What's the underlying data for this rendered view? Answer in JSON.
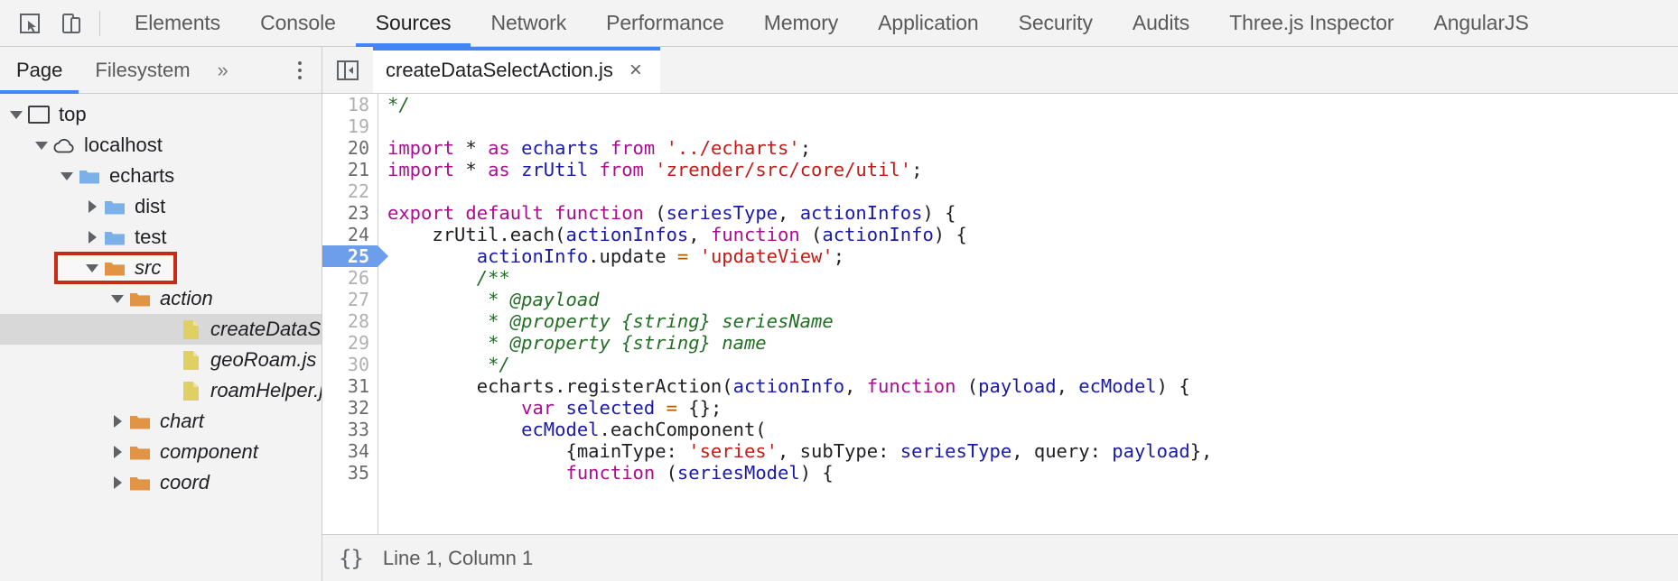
{
  "toolbar": {
    "inspect_icon": "inspect-cursor-icon",
    "device_icon": "device-toolbar-icon",
    "tabs": [
      {
        "label": "Elements",
        "active": false
      },
      {
        "label": "Console",
        "active": false
      },
      {
        "label": "Sources",
        "active": true
      },
      {
        "label": "Network",
        "active": false
      },
      {
        "label": "Performance",
        "active": false
      },
      {
        "label": "Memory",
        "active": false
      },
      {
        "label": "Application",
        "active": false
      },
      {
        "label": "Security",
        "active": false
      },
      {
        "label": "Audits",
        "active": false
      },
      {
        "label": "Three.js Inspector",
        "active": false
      },
      {
        "label": "AngularJS",
        "active": false
      }
    ]
  },
  "navigator": {
    "tabs": [
      {
        "label": "Page",
        "active": true
      },
      {
        "label": "Filesystem",
        "active": false
      }
    ],
    "more_label": "»",
    "menu_icon": "more-options-icon",
    "tree": [
      {
        "label": "top",
        "indent": 0,
        "twisty": "down",
        "icon": "frame-icon",
        "italic": false,
        "selected": false,
        "highlight": false
      },
      {
        "label": "localhost",
        "indent": 1,
        "twisty": "down",
        "icon": "cloud-icon",
        "italic": false,
        "selected": false,
        "highlight": false
      },
      {
        "label": "echarts",
        "indent": 2,
        "twisty": "down",
        "icon": "folder-blue-icon",
        "italic": false,
        "selected": false,
        "highlight": false
      },
      {
        "label": "dist",
        "indent": 3,
        "twisty": "right",
        "icon": "folder-blue-icon",
        "italic": false,
        "selected": false,
        "highlight": false
      },
      {
        "label": "test",
        "indent": 3,
        "twisty": "right",
        "icon": "folder-blue-icon",
        "italic": false,
        "selected": false,
        "highlight": false
      },
      {
        "label": "src",
        "indent": 3,
        "twisty": "down",
        "icon": "folder-orange-icon",
        "italic": true,
        "selected": false,
        "highlight": true
      },
      {
        "label": "action",
        "indent": 4,
        "twisty": "down",
        "icon": "folder-orange-icon",
        "italic": true,
        "selected": false,
        "highlight": false
      },
      {
        "label": "createDataSelectAction.js",
        "indent": 6,
        "twisty": "none",
        "icon": "file-js-icon",
        "italic": true,
        "selected": true,
        "highlight": false
      },
      {
        "label": "geoRoam.js",
        "indent": 6,
        "twisty": "none",
        "icon": "file-js-icon",
        "italic": true,
        "selected": false,
        "highlight": false
      },
      {
        "label": "roamHelper.js",
        "indent": 6,
        "twisty": "none",
        "icon": "file-js-icon",
        "italic": true,
        "selected": false,
        "highlight": false
      },
      {
        "label": "chart",
        "indent": 4,
        "twisty": "right",
        "icon": "folder-orange-icon",
        "italic": true,
        "selected": false,
        "highlight": false
      },
      {
        "label": "component",
        "indent": 4,
        "twisty": "right",
        "icon": "folder-orange-icon",
        "italic": true,
        "selected": false,
        "highlight": false
      },
      {
        "label": "coord",
        "indent": 4,
        "twisty": "right",
        "icon": "folder-orange-icon",
        "italic": true,
        "selected": false,
        "highlight": false
      }
    ]
  },
  "editor": {
    "show_navigator_icon": "toggle-navigator-icon",
    "open_file": {
      "name": "createDataSelectAction.js",
      "close_label": "×"
    },
    "current_line": 25,
    "lines": [
      {
        "num": 18,
        "dim": true,
        "tokens": [
          {
            "t": "*/",
            "c": "cm"
          }
        ]
      },
      {
        "num": 19,
        "dim": true,
        "tokens": []
      },
      {
        "num": 20,
        "dim": false,
        "tokens": [
          {
            "t": "import",
            "c": "k"
          },
          {
            "t": " ",
            "c": "pl"
          },
          {
            "t": "*",
            "c": "pl"
          },
          {
            "t": " ",
            "c": "pl"
          },
          {
            "t": "as",
            "c": "k"
          },
          {
            "t": " ",
            "c": "pl"
          },
          {
            "t": "echarts",
            "c": "id"
          },
          {
            "t": " ",
            "c": "pl"
          },
          {
            "t": "from",
            "c": "k"
          },
          {
            "t": " ",
            "c": "pl"
          },
          {
            "t": "'../echarts'",
            "c": "st"
          },
          {
            "t": ";",
            "c": "pl"
          }
        ]
      },
      {
        "num": 21,
        "dim": false,
        "tokens": [
          {
            "t": "import",
            "c": "k"
          },
          {
            "t": " ",
            "c": "pl"
          },
          {
            "t": "*",
            "c": "pl"
          },
          {
            "t": " ",
            "c": "pl"
          },
          {
            "t": "as",
            "c": "k"
          },
          {
            "t": " ",
            "c": "pl"
          },
          {
            "t": "zrUtil",
            "c": "id"
          },
          {
            "t": " ",
            "c": "pl"
          },
          {
            "t": "from",
            "c": "k"
          },
          {
            "t": " ",
            "c": "pl"
          },
          {
            "t": "'zrender/src/core/util'",
            "c": "st"
          },
          {
            "t": ";",
            "c": "pl"
          }
        ]
      },
      {
        "num": 22,
        "dim": true,
        "tokens": []
      },
      {
        "num": 23,
        "dim": false,
        "tokens": [
          {
            "t": "export",
            "c": "k"
          },
          {
            "t": " ",
            "c": "pl"
          },
          {
            "t": "default",
            "c": "k"
          },
          {
            "t": " ",
            "c": "pl"
          },
          {
            "t": "function",
            "c": "k"
          },
          {
            "t": " (",
            "c": "pl"
          },
          {
            "t": "seriesType",
            "c": "id"
          },
          {
            "t": ", ",
            "c": "pl"
          },
          {
            "t": "actionInfos",
            "c": "id"
          },
          {
            "t": ") {",
            "c": "pl"
          }
        ]
      },
      {
        "num": 24,
        "dim": false,
        "tokens": [
          {
            "t": "    zrUtil.each(",
            "c": "pl"
          },
          {
            "t": "actionInfos",
            "c": "id"
          },
          {
            "t": ", ",
            "c": "pl"
          },
          {
            "t": "function",
            "c": "k"
          },
          {
            "t": " (",
            "c": "pl"
          },
          {
            "t": "actionInfo",
            "c": "id"
          },
          {
            "t": ") {",
            "c": "pl"
          }
        ]
      },
      {
        "num": 25,
        "dim": false,
        "current": true,
        "tokens": [
          {
            "t": "        ",
            "c": "pl"
          },
          {
            "t": "actionInfo",
            "c": "id"
          },
          {
            "t": ".update ",
            "c": "pl"
          },
          {
            "t": "=",
            "c": "op"
          },
          {
            "t": " ",
            "c": "pl"
          },
          {
            "t": "'updateView'",
            "c": "st"
          },
          {
            "t": ";",
            "c": "pl"
          }
        ]
      },
      {
        "num": 26,
        "dim": true,
        "tokens": [
          {
            "t": "        /**",
            "c": "cm"
          }
        ]
      },
      {
        "num": 27,
        "dim": true,
        "tokens": [
          {
            "t": "         * @payload",
            "c": "cm"
          }
        ]
      },
      {
        "num": 28,
        "dim": true,
        "tokens": [
          {
            "t": "         * @property {string} seriesName",
            "c": "cm"
          }
        ]
      },
      {
        "num": 29,
        "dim": true,
        "tokens": [
          {
            "t": "         * @property {string} name",
            "c": "cm"
          }
        ]
      },
      {
        "num": 30,
        "dim": true,
        "tokens": [
          {
            "t": "         */",
            "c": "cm"
          }
        ]
      },
      {
        "num": 31,
        "dim": false,
        "tokens": [
          {
            "t": "        echarts.registerAction(",
            "c": "pl"
          },
          {
            "t": "actionInfo",
            "c": "id"
          },
          {
            "t": ", ",
            "c": "pl"
          },
          {
            "t": "function",
            "c": "k"
          },
          {
            "t": " (",
            "c": "pl"
          },
          {
            "t": "payload",
            "c": "id"
          },
          {
            "t": ", ",
            "c": "pl"
          },
          {
            "t": "ecModel",
            "c": "id"
          },
          {
            "t": ") {",
            "c": "pl"
          }
        ]
      },
      {
        "num": 32,
        "dim": false,
        "tokens": [
          {
            "t": "            ",
            "c": "pl"
          },
          {
            "t": "var",
            "c": "k"
          },
          {
            "t": " ",
            "c": "pl"
          },
          {
            "t": "selected",
            "c": "id"
          },
          {
            "t": " ",
            "c": "pl"
          },
          {
            "t": "=",
            "c": "op"
          },
          {
            "t": " {};",
            "c": "pl"
          }
        ]
      },
      {
        "num": 33,
        "dim": false,
        "tokens": [
          {
            "t": "            ",
            "c": "pl"
          },
          {
            "t": "ecModel",
            "c": "id"
          },
          {
            "t": ".eachComponent(",
            "c": "pl"
          }
        ]
      },
      {
        "num": 34,
        "dim": false,
        "tokens": [
          {
            "t": "                {mainType: ",
            "c": "pl"
          },
          {
            "t": "'series'",
            "c": "st"
          },
          {
            "t": ", subType: ",
            "c": "pl"
          },
          {
            "t": "seriesType",
            "c": "id"
          },
          {
            "t": ", query: ",
            "c": "pl"
          },
          {
            "t": "payload",
            "c": "id"
          },
          {
            "t": "},",
            "c": "pl"
          }
        ]
      },
      {
        "num": 35,
        "dim": false,
        "tokens": [
          {
            "t": "                ",
            "c": "pl"
          },
          {
            "t": "function",
            "c": "k"
          },
          {
            "t": " (",
            "c": "pl"
          },
          {
            "t": "seriesModel",
            "c": "id"
          },
          {
            "t": ") {",
            "c": "pl"
          }
        ]
      }
    ]
  },
  "statusbar": {
    "pretty_print_label": "{}",
    "position": "Line 1, Column 1"
  },
  "colors": {
    "accent": "#4285f4",
    "highlight_box": "#c62b18",
    "folder_blue": "#7cb0e8",
    "folder_orange": "#e09444",
    "file_yellow": "#e0cf62",
    "current_line": "#6d9eeb"
  }
}
